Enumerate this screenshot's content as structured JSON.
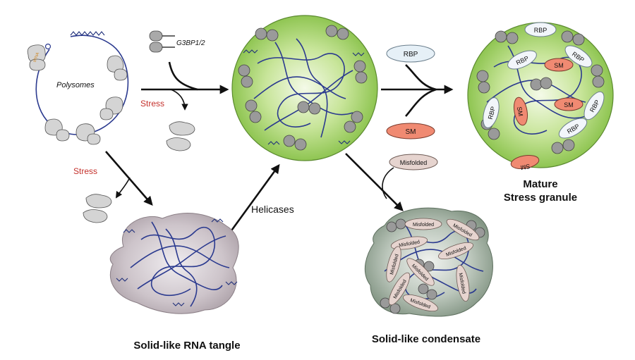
{
  "labels": {
    "polysomes": "Polysomes",
    "g3bp": "G3BP1/2",
    "stress_top": "Stress",
    "stress_left": "Stress",
    "helicases": "Helicases",
    "rbp_pill": "RBP",
    "sm_pill": "SM",
    "misfolded_pill": "Misfolded",
    "mature_line1": "Mature",
    "mature_line2": "Stress granule",
    "rna_tangle": "Solid-like RNA tangle",
    "condensate": "Solid-like condensate",
    "ribosome_tag": "tRNA"
  },
  "granule_tags": {
    "rbp": [
      "RBP",
      "RBP",
      "RBP",
      "RBP",
      "RBP",
      "RBP"
    ],
    "sm": [
      "SM",
      "SM",
      "SM",
      "SM"
    ]
  },
  "condensate_tags": [
    "Misfolded",
    "Misfolded",
    "Misfolded",
    "Misfolded",
    "Misfolded",
    "Misfolded",
    "Misfolded",
    "Misfolded",
    "Misfolded"
  ],
  "colors": {
    "stress_text": "#c4302b",
    "granule_green": "#9ccf5c",
    "rbp_fill": "#e6f0f7",
    "sm_fill": "#f08a72",
    "misfolded_fill": "#e6d4cf",
    "tangle_fill": "#c9c1c6",
    "condensate_fill": "#98a99a",
    "rna_blue": "#2b3a8f"
  }
}
